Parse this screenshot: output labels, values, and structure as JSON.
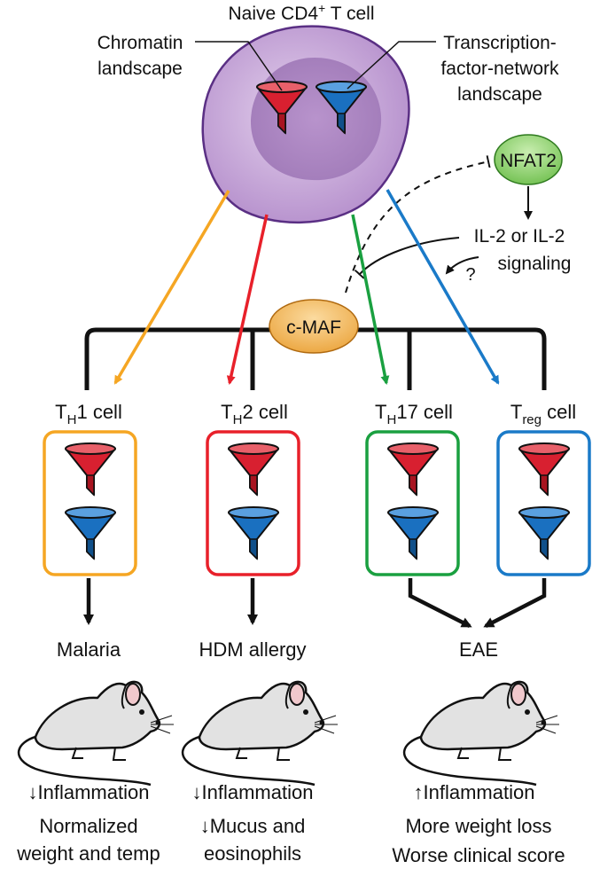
{
  "naive_cell": {
    "title": "Naive CD4",
    "title_sup": "+",
    "title_suffix": " T cell",
    "chromatin_line1": "Chromatin",
    "chromatin_line2": "landscape",
    "tf_line1": "Transcription-",
    "tf_line2": "factor-network",
    "tf_line3": "landscape"
  },
  "nfat2": {
    "label": "NFAT2"
  },
  "il2": {
    "line1": "IL-2 or IL-2",
    "line2": "signaling",
    "question": "?"
  },
  "cmaf": {
    "label": "c-MAF"
  },
  "cells": [
    {
      "prefix": "T",
      "sub": "H",
      "suffix": "1 cell",
      "color": "#f5a623"
    },
    {
      "prefix": "T",
      "sub": "H",
      "suffix": "2 cell",
      "color": "#e8202a"
    },
    {
      "prefix": "T",
      "sub": "H",
      "suffix": "17 cell",
      "color": "#1aa040"
    },
    {
      "prefix": "T",
      "sub": "reg",
      "suffix": " cell",
      "color": "#1a7ac8"
    }
  ],
  "outcomes": [
    {
      "disease": "Malaria",
      "effect1": "↓Inflammation",
      "effect2": "Normalized",
      "effect3": "weight and temp"
    },
    {
      "disease": "HDM allergy",
      "effect1": "↓Inflammation",
      "effect2": "↓Mucus and",
      "effect3": "eosinophils"
    },
    {
      "disease": "EAE",
      "effect1": "↑Inflammation",
      "effect2": "More weight loss",
      "effect3": "Worse clinical score"
    }
  ],
  "colors": {
    "chromatin_funnel": "#d82030",
    "tf_funnel": "#1a70c0",
    "cell_fill": "#c9a6d8",
    "nucleus_fill": "#b48ec6",
    "nfat2_fill": "#8dcf6a",
    "cmaf_fill": "#f2b24a"
  }
}
